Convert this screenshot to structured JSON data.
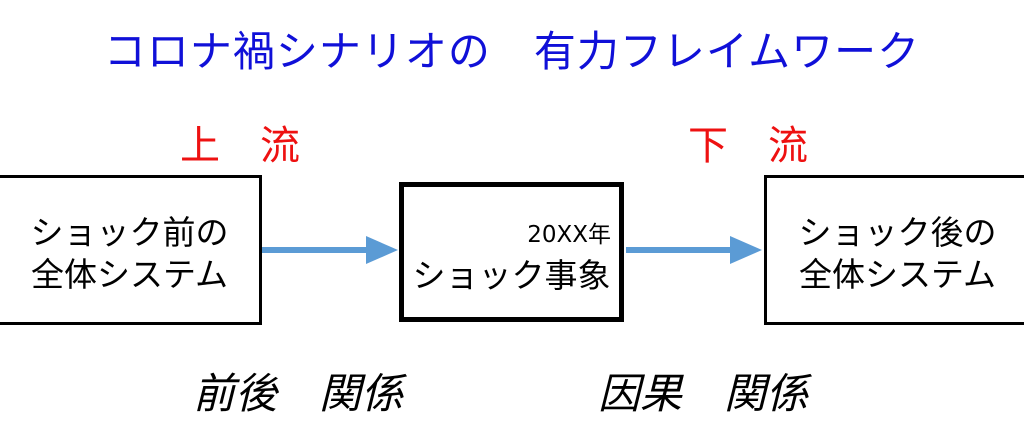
{
  "title": "コロナ禍シナリオの　有力フレイムワーク",
  "stream_labels": {
    "upstream": "上　流",
    "downstream": "下　流"
  },
  "boxes": {
    "before": "ショック前の\n全体システム",
    "event_year": "20XX年",
    "event_name": "ショック事象",
    "after": "ショック後の\n全体システム"
  },
  "relations": {
    "left": "前後　関係",
    "right": "因果　関係"
  },
  "colors": {
    "title": "#1010d8",
    "stream_labels": "#ee1111",
    "arrows": "#5b9bd5",
    "box_border": "#000000"
  }
}
